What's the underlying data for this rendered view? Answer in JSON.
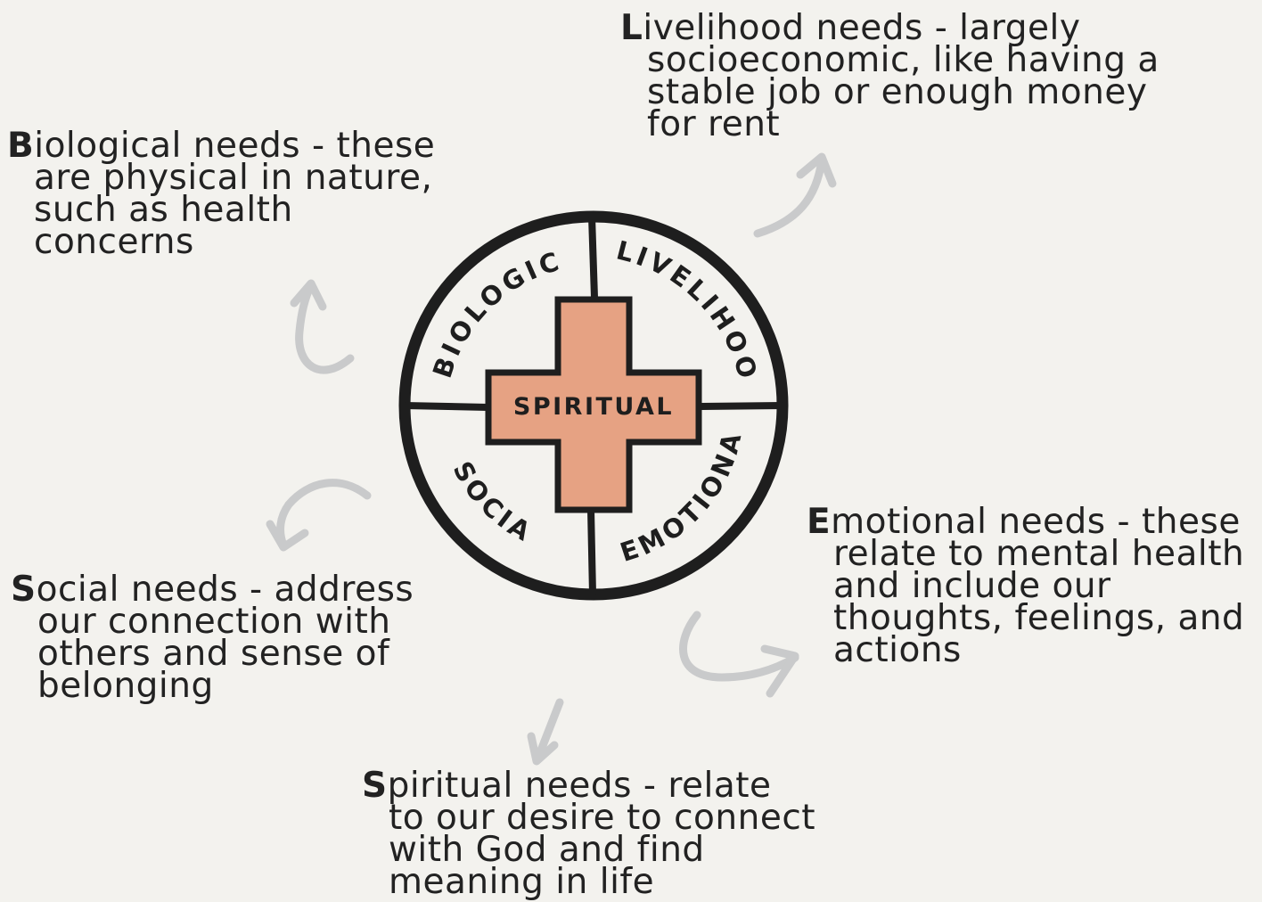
{
  "colors": {
    "background": "#f3f2ee",
    "cross": "#e6a283",
    "ring": "#1e1e1e",
    "arrows": "#c9cacb",
    "text": "#222222"
  },
  "wheel": {
    "quadrants": {
      "biological": "BIOLOGICAL",
      "livelihood": "LIVELIHOOD",
      "social": "SOCIAL",
      "emotional": "EMOTIONAL"
    },
    "center": "SPIRITUAL"
  },
  "notes": {
    "biological": {
      "initial": "B",
      "lines": [
        "iological needs - these",
        "are physical in nature,",
        "such as health",
        "concerns"
      ]
    },
    "livelihood": {
      "initial": "L",
      "lines": [
        "ivelihood needs - largely",
        "socioeconomic, like having a",
        "stable job or enough money",
        "for rent"
      ]
    },
    "emotional": {
      "initial": "E",
      "lines": [
        "motional needs - these",
        "relate to mental health",
        "and include our",
        "thoughts, feelings, and",
        "actions"
      ]
    },
    "social": {
      "initial": "S",
      "lines": [
        "ocial needs -  address",
        "our connection with",
        "others and sense of",
        "belonging"
      ]
    },
    "spiritual": {
      "initial": "S",
      "lines": [
        "piritual needs -  relate",
        "to our desire to connect",
        "with God and find",
        "meaning in life"
      ]
    }
  },
  "icons": {
    "arrow_biological": "curved-arrow-up-icon",
    "arrow_livelihood": "curved-arrow-up-right-icon",
    "arrow_emotional": "curved-arrow-right-icon",
    "arrow_social": "curved-arrow-down-left-icon",
    "arrow_spiritual": "arrow-down-icon"
  }
}
